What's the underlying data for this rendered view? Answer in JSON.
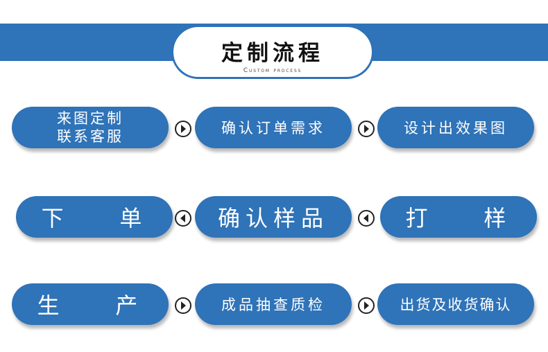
{
  "header": {
    "title": "定制流程",
    "subtitle": "Custom process"
  },
  "steps": {
    "s1": "来图定制\n联系客服",
    "s2": "确认订单需求",
    "s3": "设计出效果图",
    "s4": "打    样",
    "s5": "确认样品",
    "s6": "下    单",
    "s7": "生    产",
    "s8": "成品抽查质检",
    "s9": "出货及收货确认"
  },
  "arrows": [
    "arrow-right-icon",
    "arrow-right-icon",
    "arrow-left-icon",
    "arrow-left-icon",
    "arrow-right-icon",
    "arrow-right-icon"
  ],
  "colors": {
    "accent": "#2f73b8",
    "text_on_accent": "#ffffff"
  }
}
